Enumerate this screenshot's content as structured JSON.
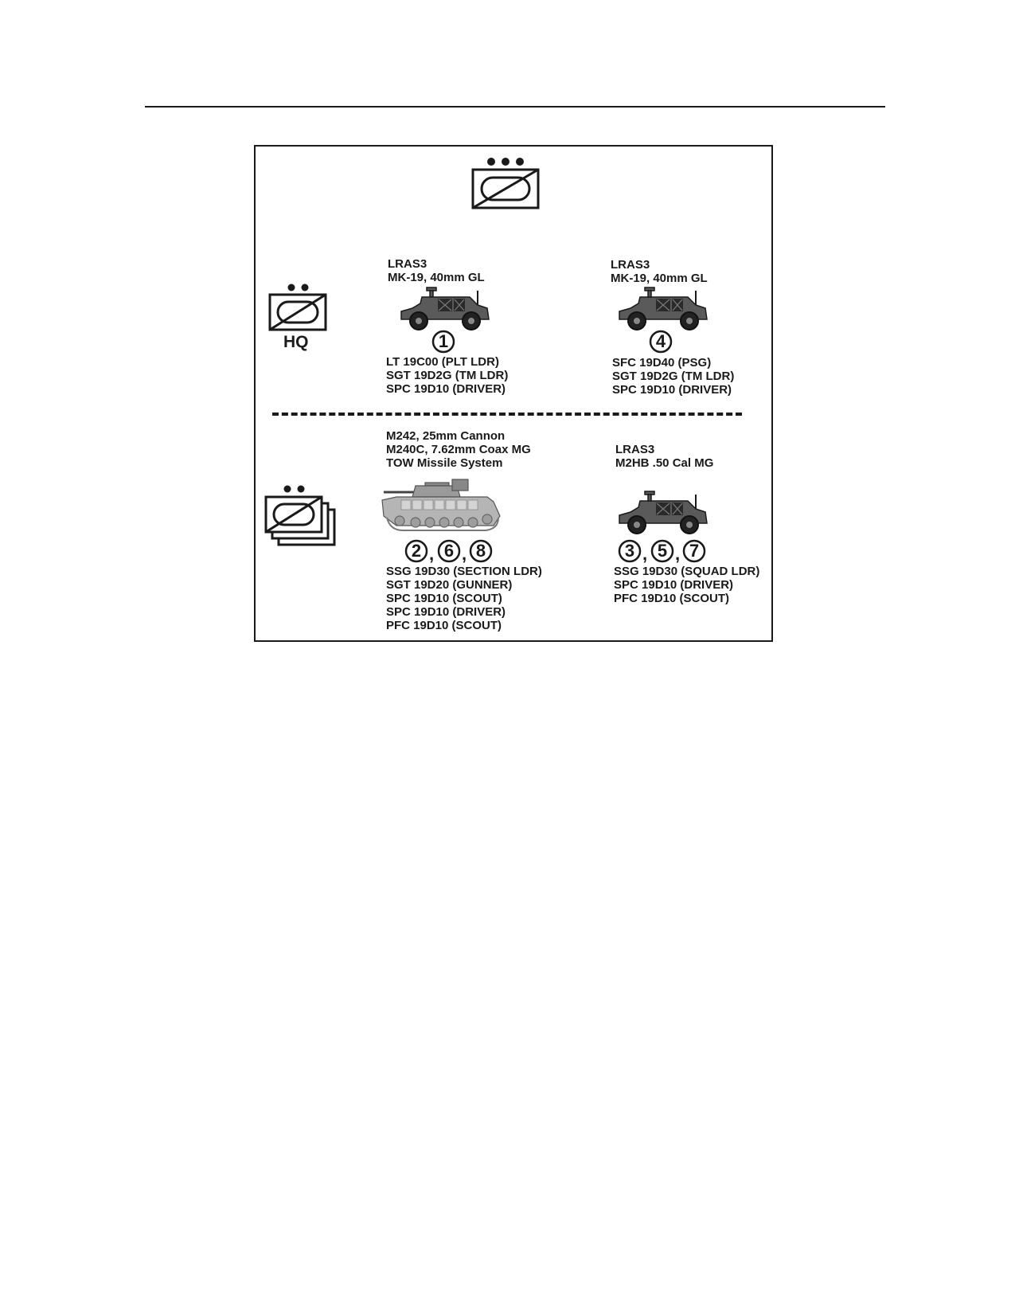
{
  "figure": {
    "hq_label": "HQ",
    "top_left_vehicle": {
      "weapons": [
        "LRAS3",
        "MK-19, 40mm GL"
      ],
      "number": "1",
      "crew": [
        "LT 19C00 (PLT LDR)",
        "SGT 19D2G (TM LDR)",
        "SPC 19D10 (DRIVER)"
      ]
    },
    "top_right_vehicle": {
      "weapons": [
        "LRAS3",
        "MK-19, 40mm GL"
      ],
      "number": "4",
      "crew": [
        "SFC 19D40 (PSG)",
        "SGT 19D2G (TM LDR)",
        "SPC 19D10 (DRIVER)"
      ]
    },
    "bottom_left_vehicle": {
      "weapons": [
        "M242, 25mm Cannon",
        "M240C, 7.62mm Coax MG",
        "TOW Missile System"
      ],
      "numbers": [
        "2",
        "6",
        "8"
      ],
      "crew": [
        "SSG 19D30 (SECTION LDR)",
        "SGT 19D20 (GUNNER)",
        "SPC 19D10 (SCOUT)",
        "SPC 19D10 (DRIVER)",
        "PFC 19D10 (SCOUT)"
      ]
    },
    "bottom_right_vehicle": {
      "weapons": [
        "LRAS3",
        "M2HB .50 Cal MG"
      ],
      "numbers": [
        "3",
        "5",
        "7"
      ],
      "crew": [
        "SSG 19D30 (SQUAD LDR)",
        "SPC 19D10 (DRIVER)",
        "PFC 19D10 (SCOUT)"
      ]
    },
    "separator": ","
  }
}
